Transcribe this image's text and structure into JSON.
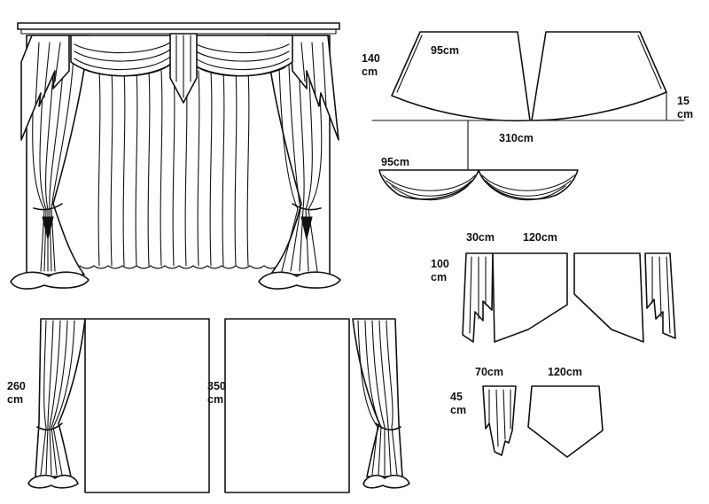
{
  "labels": {
    "swag_width": "95cm",
    "swag_drop": "140\ncm",
    "swag_side_drop": "15\ncm",
    "total_width": "310cm",
    "swag_bottom_width": "95cm",
    "jabot_width": "30cm",
    "valance_width": "120cm",
    "valance_drop": "100\ncm",
    "small_jabot_width": "70cm",
    "small_valance_width": "120cm",
    "small_jabot_drop": "45\ncm",
    "curtain_drop": "260\ncm",
    "panel_drop": "350\ncm"
  },
  "colors": {
    "line": "#111111",
    "background": "#ffffff"
  }
}
